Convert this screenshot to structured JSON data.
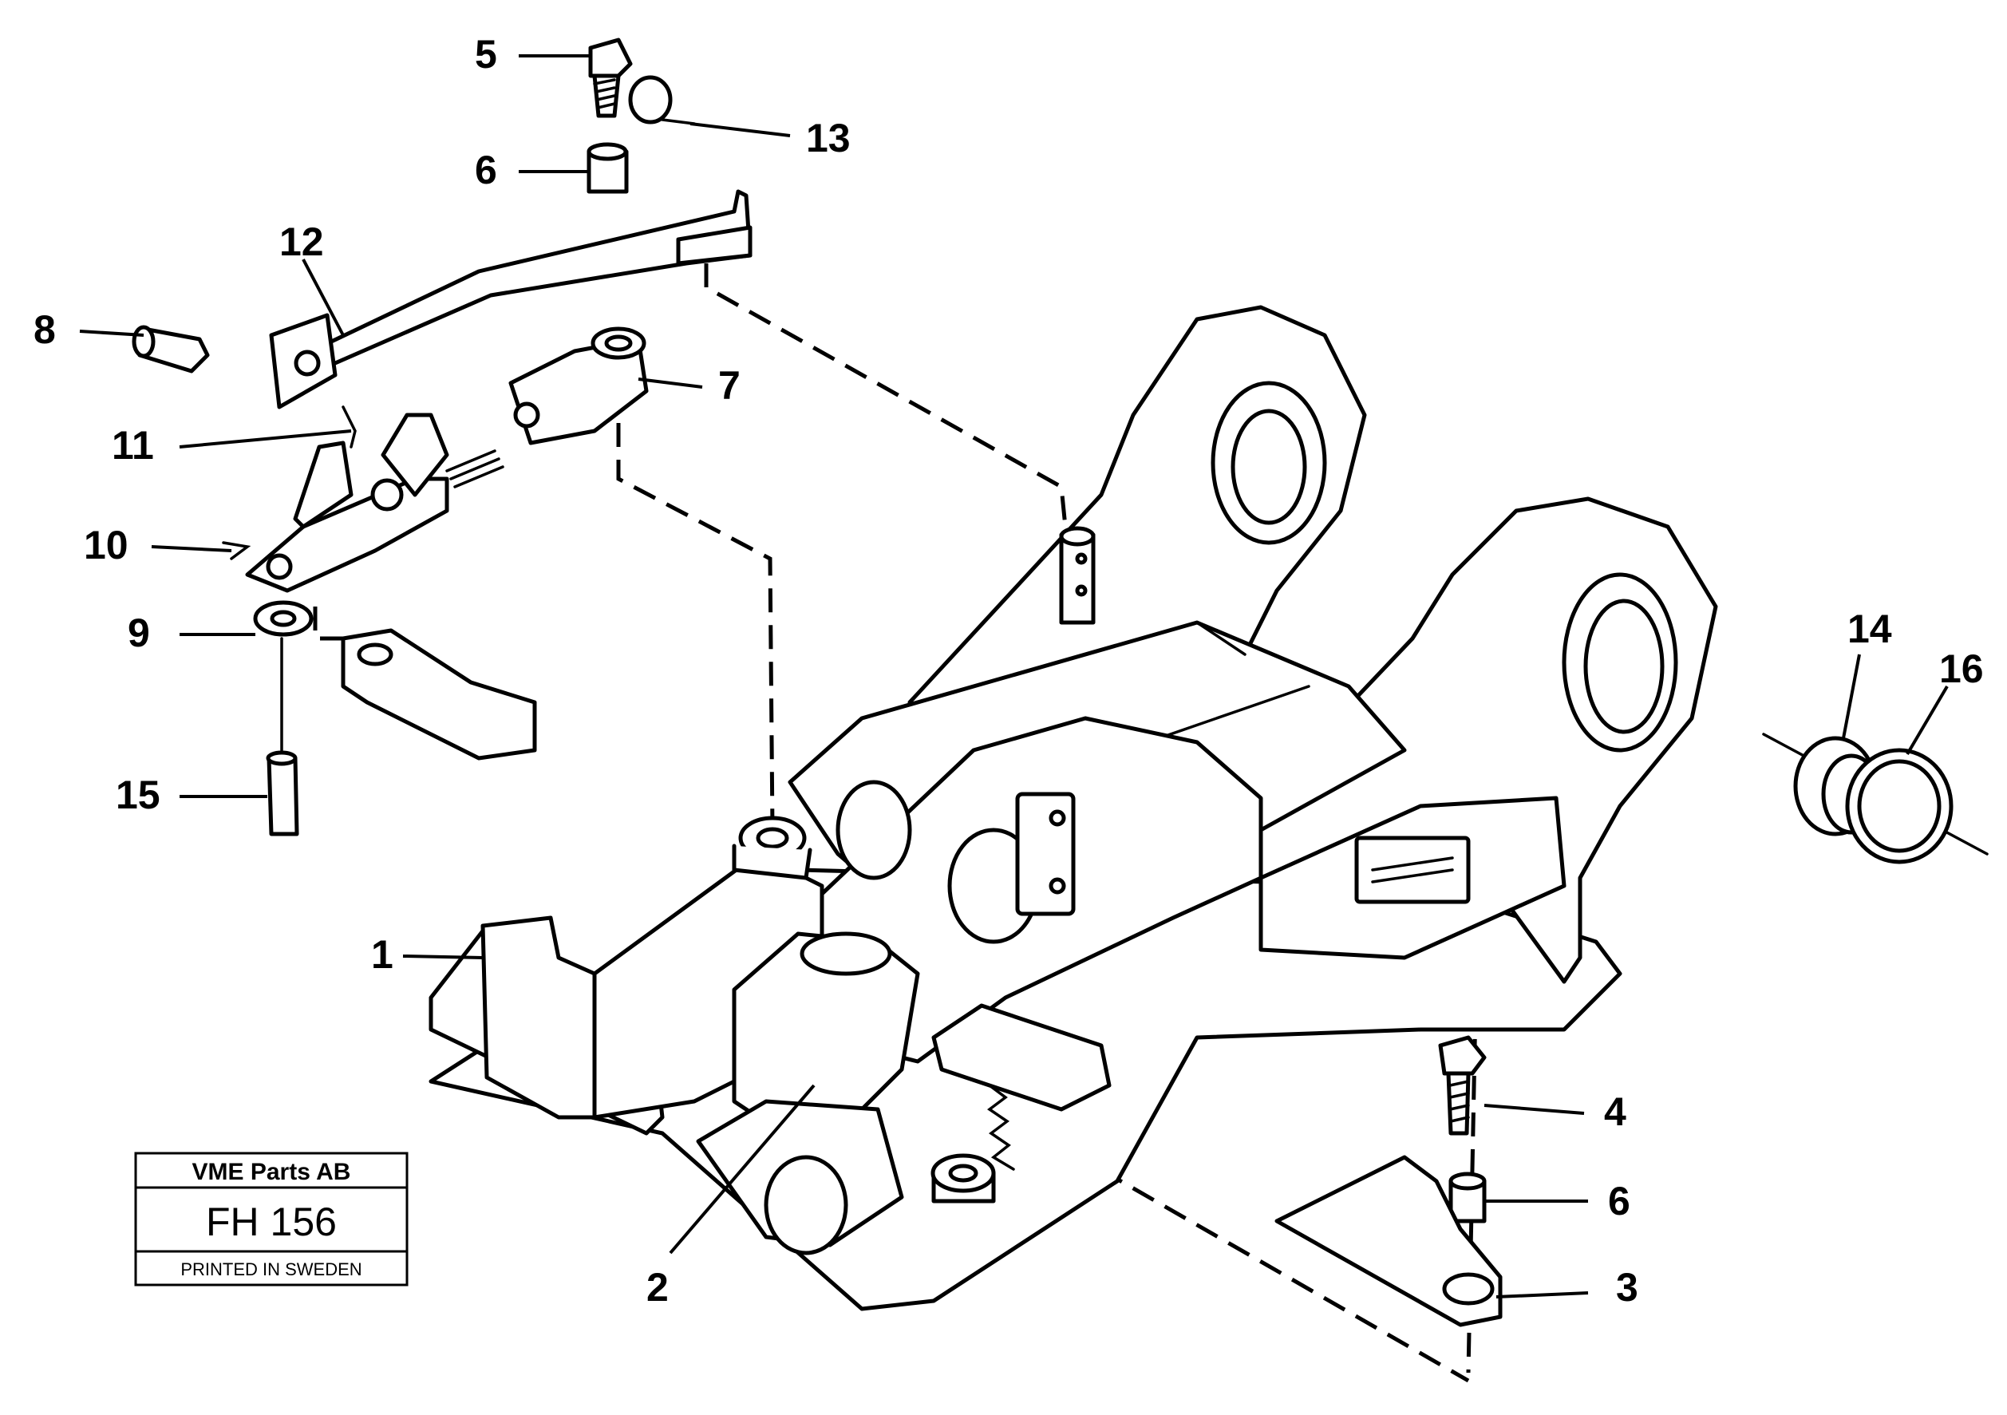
{
  "callouts": [
    {
      "id": "1",
      "text": "1"
    },
    {
      "id": "2",
      "text": "2"
    },
    {
      "id": "3",
      "text": "3"
    },
    {
      "id": "4",
      "text": "4"
    },
    {
      "id": "5",
      "text": "5"
    },
    {
      "id": "6a",
      "text": "6"
    },
    {
      "id": "6b",
      "text": "6"
    },
    {
      "id": "7",
      "text": "7"
    },
    {
      "id": "8",
      "text": "8"
    },
    {
      "id": "9",
      "text": "9"
    },
    {
      "id": "10",
      "text": "10"
    },
    {
      "id": "11",
      "text": "11"
    },
    {
      "id": "12",
      "text": "12"
    },
    {
      "id": "13",
      "text": "13"
    },
    {
      "id": "14",
      "text": "14"
    },
    {
      "id": "15",
      "text": "15"
    },
    {
      "id": "16",
      "text": "16"
    }
  ],
  "stamp": {
    "company": "VME Parts AB",
    "code": "FH 156",
    "footer": "PRINTED IN SWEDEN"
  }
}
